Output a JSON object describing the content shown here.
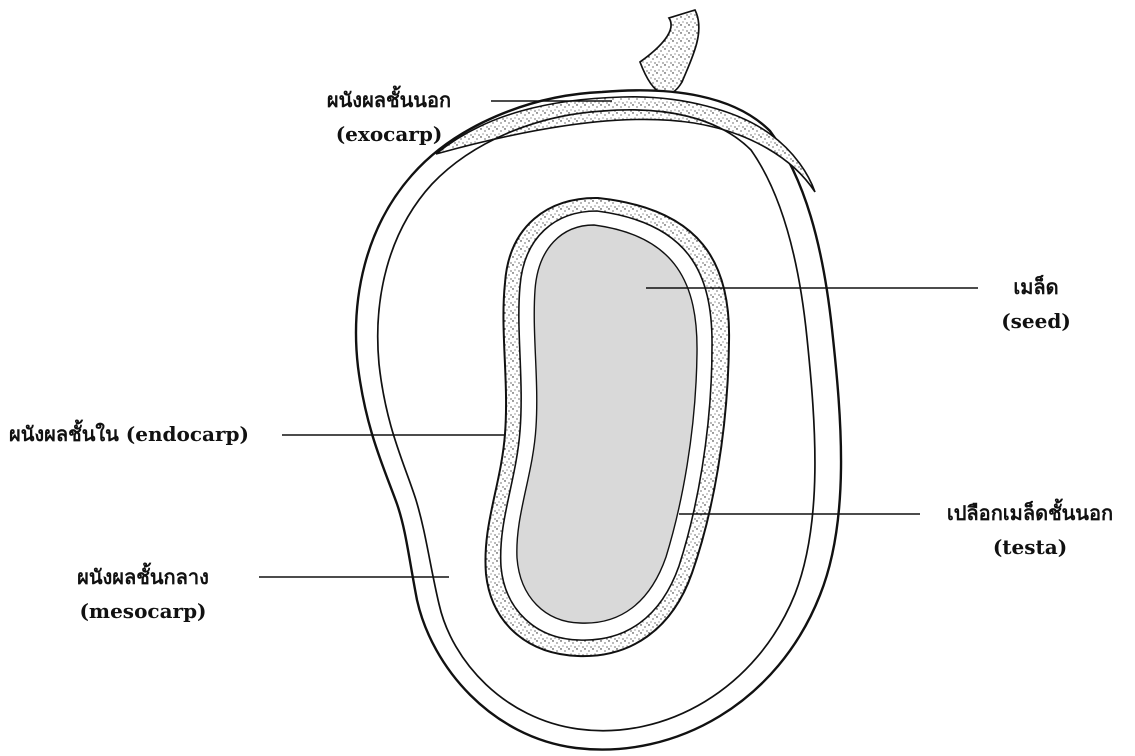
{
  "labels": {
    "exocarp": {
      "thai": "ผนังผลชั้นนอก",
      "english": "(exocarp)"
    },
    "seed": {
      "thai": "เมล็ด",
      "english": "(seed)"
    },
    "endocarp": {
      "text": "ผนังผลชั้นใน (endocarp)"
    },
    "testa": {
      "thai": "เปลือกเมล็ดชั้นนอก",
      "english": "(testa)"
    },
    "mesocarp": {
      "thai": "ผนังผลชั้นกลาง",
      "english": "(mesocarp)"
    }
  },
  "colors": {
    "ink": "#111111",
    "seed_fill": "#d9d9d9",
    "background": "#ffffff"
  }
}
